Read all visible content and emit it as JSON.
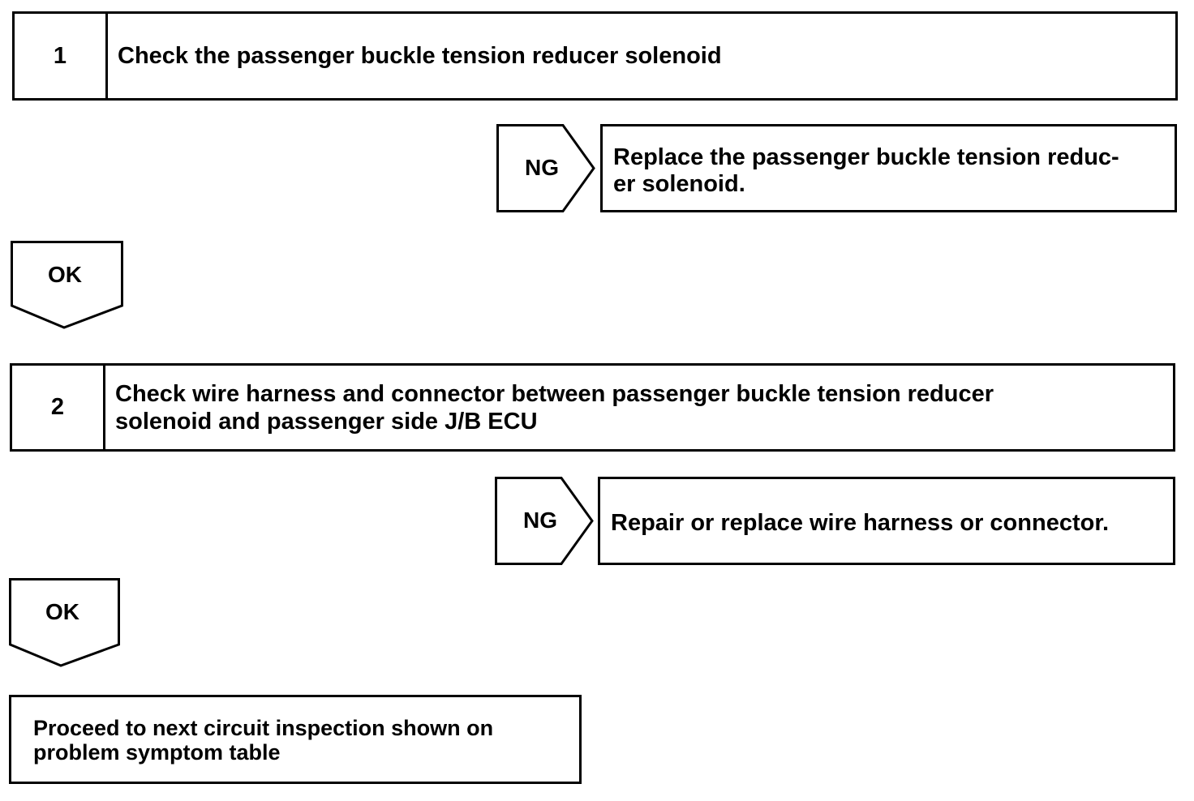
{
  "step1": {
    "number": "1",
    "text": "Check the passenger buckle tension reducer solenoid"
  },
  "ng1": {
    "label": "NG",
    "action_line1": "Replace the passenger buckle tension reduc-",
    "action_line2": "er solenoid."
  },
  "ok1": {
    "label": "OK"
  },
  "step2": {
    "number": "2",
    "text_line1": "Check wire harness and connector between passenger buckle tension reducer",
    "text_line2": "solenoid and passenger side J/B ECU"
  },
  "ng2": {
    "label": "NG",
    "action": "Repair or replace wire harness or connector."
  },
  "ok2": {
    "label": "OK"
  },
  "final": {
    "line1": "Proceed to next circuit inspection shown on",
    "line2": "problem symptom table"
  }
}
